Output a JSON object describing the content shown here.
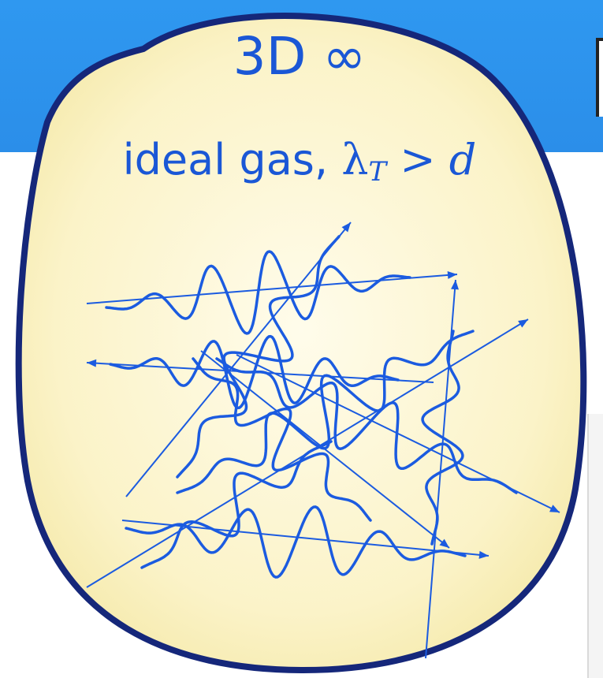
{
  "title": {
    "line1": "3D ∞",
    "line2_prefix": "ideal gas, ",
    "lambda_symbol": "λ",
    "lambda_subscript": "T",
    "relation": " > ",
    "d_symbol": "d"
  },
  "colors": {
    "header_blue": "#2d93ec",
    "bubble_fill": "#fbf4c4",
    "bubble_outline": "#15277a",
    "wave_blue": "#1b5be0",
    "text_blue": "#1a57d6"
  },
  "icons": {
    "infinity_symbol": "infinity"
  }
}
